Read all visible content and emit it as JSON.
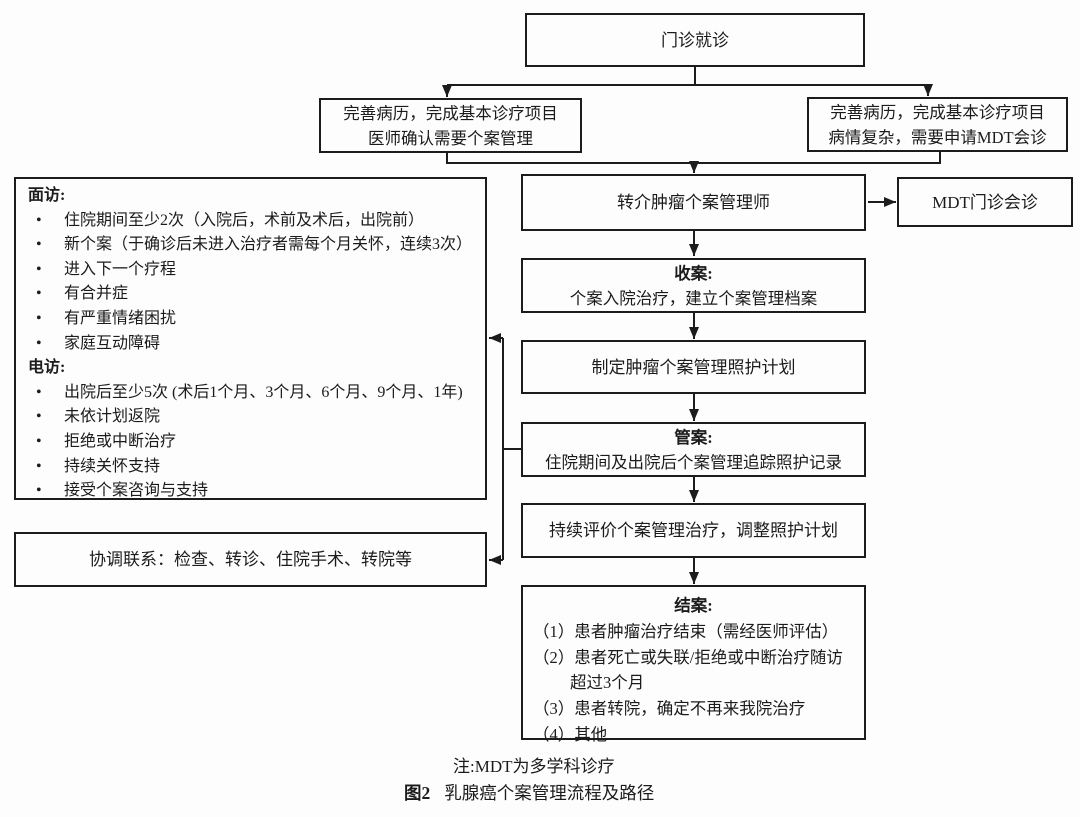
{
  "palette": {
    "background": "#fdfdfd",
    "line_color": "#1c1c1c",
    "text_color": "#1b1b1b"
  },
  "nodes": {
    "outpatient": {
      "label": "门诊就诊"
    },
    "prep_left": {
      "line1": "完善病历，完成基本诊疗项目",
      "line2": "医师确认需要个案管理"
    },
    "prep_right": {
      "line1": "完善病历，完成基本诊疗项目",
      "line2": "病情复杂，需要申请MDT会诊"
    },
    "referral": {
      "label": "转介肿瘤个案管理师"
    },
    "mdt": {
      "label": "MDT门诊会诊"
    },
    "intake": {
      "title": "收案:",
      "line": "个案入院治疗，建立个案管理档案"
    },
    "plan": {
      "label": "制定肿瘤个案管理照护计划"
    },
    "manage": {
      "title": "管案:",
      "line": "住院期间及出院后个案管理追踪照护记录"
    },
    "evaluate": {
      "label": "持续评价个案管理治疗，调整照护计划"
    },
    "closure": {
      "title": "结案:",
      "items": [
        "（1）患者肿瘤治疗结束（需经医师评估）",
        "（2）患者死亡或失联/拒绝或中断治疗随访超过3个月",
        "（3）患者转院，确定不再来我院治疗",
        "（4）其他"
      ]
    },
    "visit": {
      "face_title": "面访:",
      "face_items": [
        "住院期间至少2次（入院后，术前及术后，出院前）",
        "新个案（于确诊后未进入治疗者需每个月关怀，连续3次）",
        "进入下一个疗程",
        "有合并症",
        "有严重情绪困扰",
        "家庭互动障碍"
      ],
      "phone_title": "电访:",
      "phone_items": [
        "出院后至少5次 (术后1个月、3个月、6个月、9个月、1年)",
        "未依计划返院",
        "拒绝或中断治疗",
        "持续关怀支持",
        "接受个案咨询与支持"
      ]
    },
    "coordination": {
      "label": "协调联系：检查、转诊、住院手术、转院等"
    }
  },
  "footer": {
    "note": "注:MDT为多学科诊疗",
    "caption_label": "图2",
    "caption_text": "乳腺癌个案管理流程及路径"
  }
}
